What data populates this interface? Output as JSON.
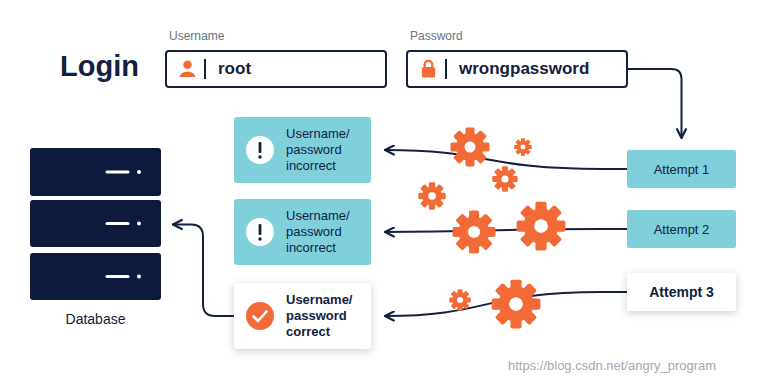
{
  "diagram": {
    "title": "Login",
    "nodes": [
      {
        "text": [
          "Username",
          "root"
        ]
      },
      {
        "text": [
          "Password",
          "wrongpassword"
        ]
      },
      {
        "text": [
          "Attempt 1"
        ]
      },
      {
        "text": [
          "Attempt 2"
        ]
      },
      {
        "text": [
          "Attempt 3"
        ]
      },
      {
        "text": [
          "Username/ password incorrect"
        ]
      },
      {
        "text": [
          "Username/ password incorrect"
        ]
      },
      {
        "text": [
          "Username/ password correct"
        ]
      },
      {
        "text": [
          "Database"
        ]
      }
    ],
    "edges": [
      {
        "from": 1,
        "to": 2,
        "arrow": "to"
      },
      {
        "from": 2,
        "to": 5,
        "arrow": "to"
      },
      {
        "from": 3,
        "to": 6,
        "arrow": "to"
      },
      {
        "from": 4,
        "to": 7,
        "arrow": "to"
      },
      {
        "from": 7,
        "to": 8,
        "arrow": "to"
      }
    ],
    "labels": [
      "https://blog.csdn.net/angry_program"
    ]
  }
}
